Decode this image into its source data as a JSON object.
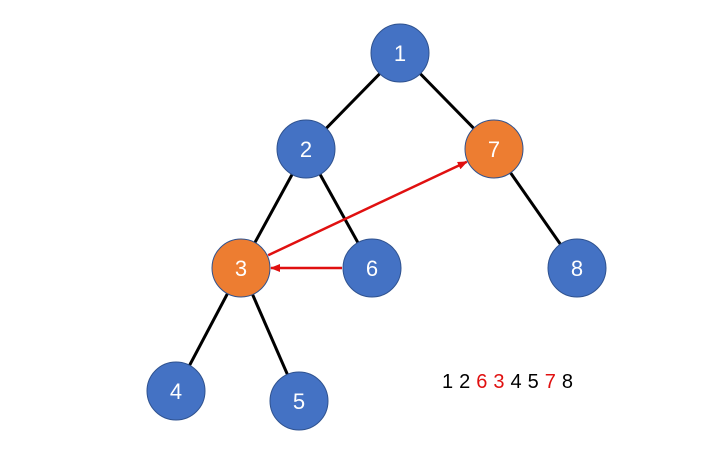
{
  "colors": {
    "node_default": "#4472c4",
    "node_highlight": "#ed7d31",
    "node_stroke": "#2f528f",
    "edge": "#000000",
    "arrow": "#e01010",
    "text_default": "#000000",
    "text_highlight": "#e01010"
  },
  "tree": {
    "nodes": [
      {
        "id": "1",
        "label": "1",
        "highlight": false
      },
      {
        "id": "2",
        "label": "2",
        "highlight": false
      },
      {
        "id": "7",
        "label": "7",
        "highlight": true
      },
      {
        "id": "3",
        "label": "3",
        "highlight": true
      },
      {
        "id": "6",
        "label": "6",
        "highlight": false
      },
      {
        "id": "8",
        "label": "8",
        "highlight": false
      },
      {
        "id": "4",
        "label": "4",
        "highlight": false
      },
      {
        "id": "5",
        "label": "5",
        "highlight": false
      }
    ],
    "edges": [
      {
        "from": "1",
        "to": "2"
      },
      {
        "from": "1",
        "to": "7"
      },
      {
        "from": "2",
        "to": "3"
      },
      {
        "from": "2",
        "to": "6"
      },
      {
        "from": "7",
        "to": "8"
      },
      {
        "from": "3",
        "to": "4"
      },
      {
        "from": "3",
        "to": "5"
      }
    ],
    "arrows": [
      {
        "from": "6",
        "to": "3"
      },
      {
        "from": "3",
        "to": "7"
      }
    ]
  },
  "sequence": [
    {
      "text": "1",
      "highlight": false
    },
    {
      "text": "2",
      "highlight": false
    },
    {
      "text": "6",
      "highlight": true
    },
    {
      "text": "3",
      "highlight": true
    },
    {
      "text": "4",
      "highlight": false
    },
    {
      "text": "5",
      "highlight": false
    },
    {
      "text": "7",
      "highlight": true
    },
    {
      "text": "8",
      "highlight": false
    }
  ]
}
